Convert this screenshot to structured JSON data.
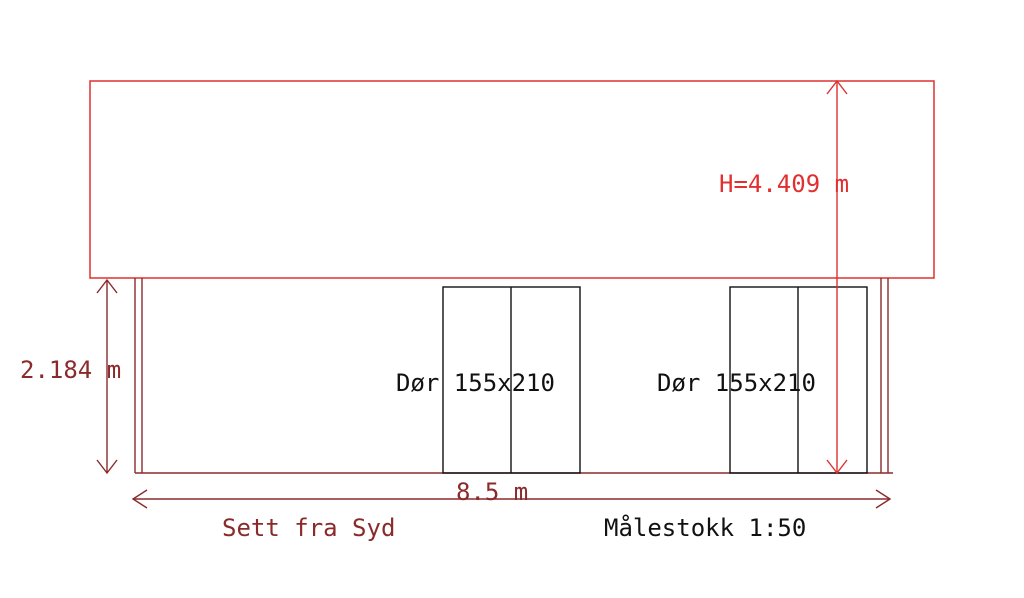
{
  "labels": {
    "total_height": "H=4.409 m",
    "wall_height": "2.184 m",
    "width": "8.5 m",
    "door_1": "Dør 155x210",
    "door_2": "Dør 155x210",
    "view_title": "Sett fra Syd",
    "scale": "Målestokk 1:50"
  },
  "colors": {
    "wall_lines": "#8a2a2a",
    "roof_outline": "#e03030",
    "dimension_red": "#e03030",
    "dimension_dark_red": "#8a2a2a",
    "door_lines": "#111111",
    "scale_text": "#111111"
  }
}
